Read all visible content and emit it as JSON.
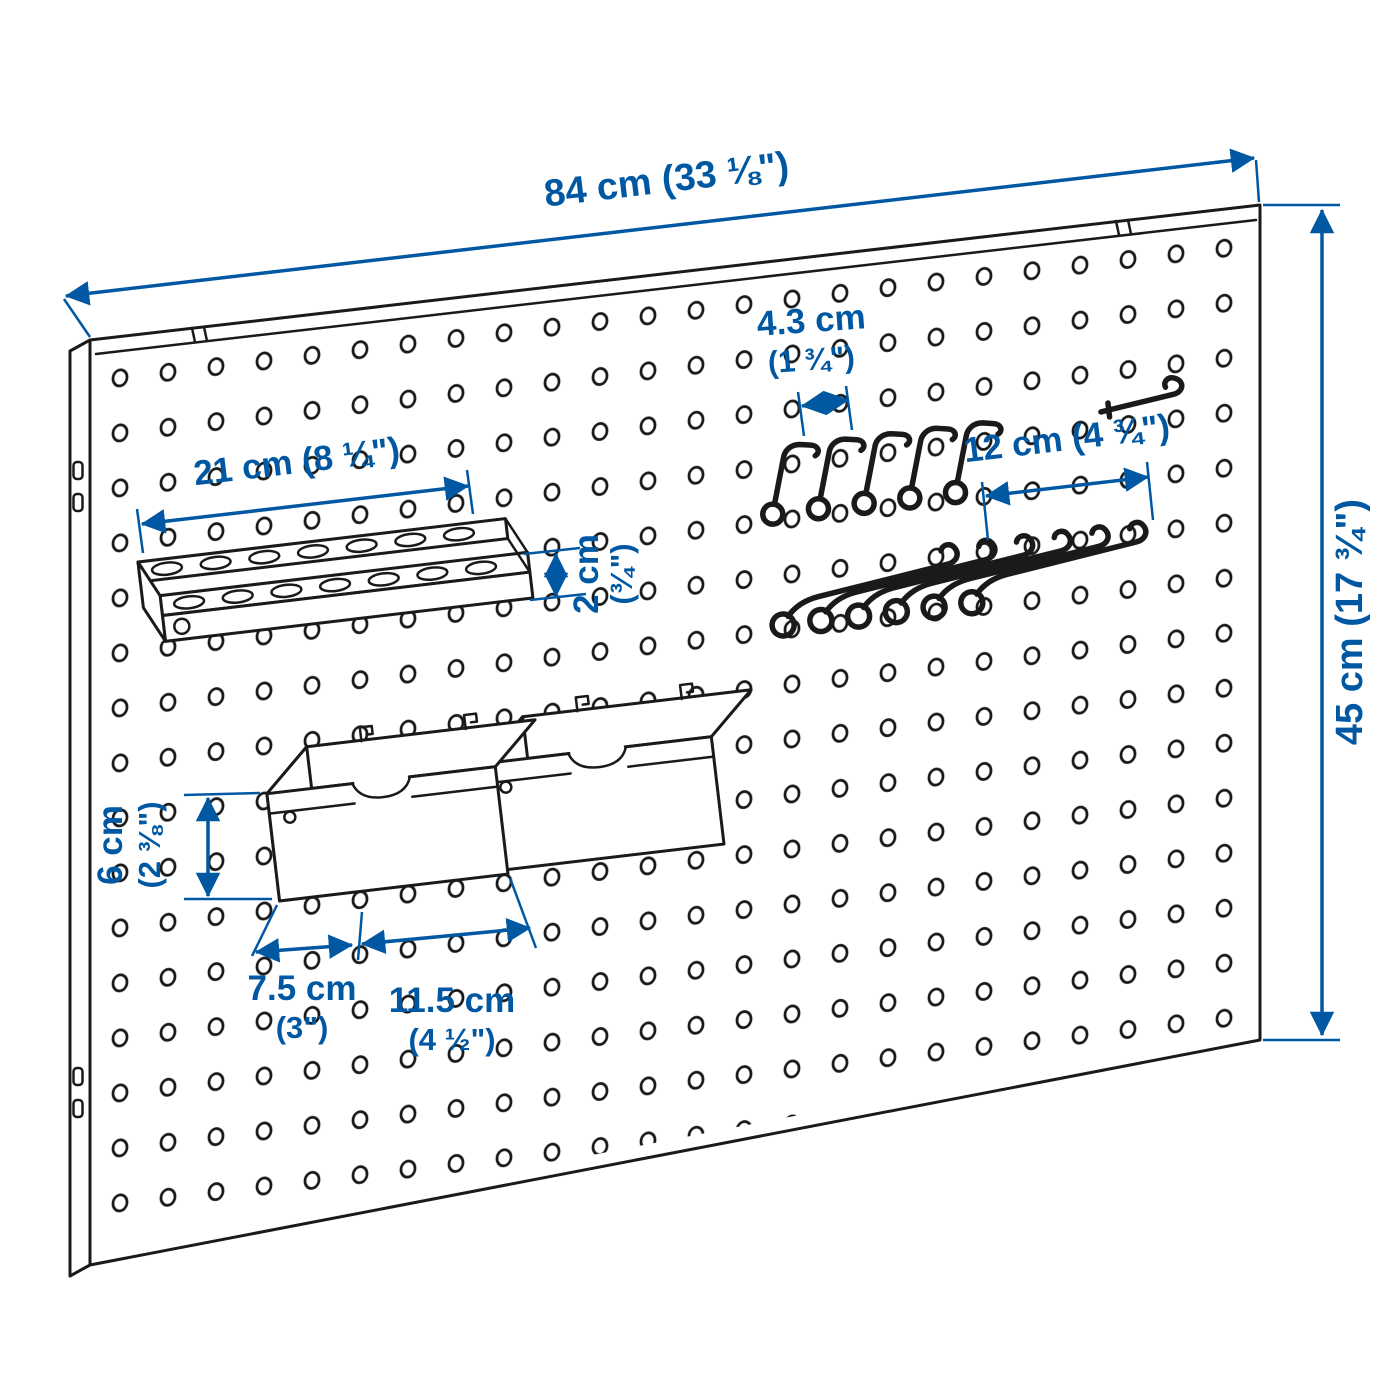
{
  "colors": {
    "accent": "#0058a3",
    "line": "#1a1a1a",
    "background": "#ffffff"
  },
  "dims": {
    "board_width": "84 cm (33 ⅛\")",
    "board_height": "45 cm (17 ¾\")",
    "holder_width": "21 cm (8 ¼\")",
    "holder_height_line1": "2 cm",
    "holder_height_line2": "(¾\")",
    "hook_gap_line1": "4.3 cm",
    "hook_gap_line2": "(1 ¾\")",
    "hook_length": "12 cm (4 ¾\")",
    "bin_height_line1": "6 cm",
    "bin_height_line2": "(2 ⅜\")",
    "bin_depth_line1": "7.5 cm",
    "bin_depth_line2": "(3\")",
    "bin_width_line1": "11.5 cm",
    "bin_width_line2": "(4 ½\")"
  }
}
